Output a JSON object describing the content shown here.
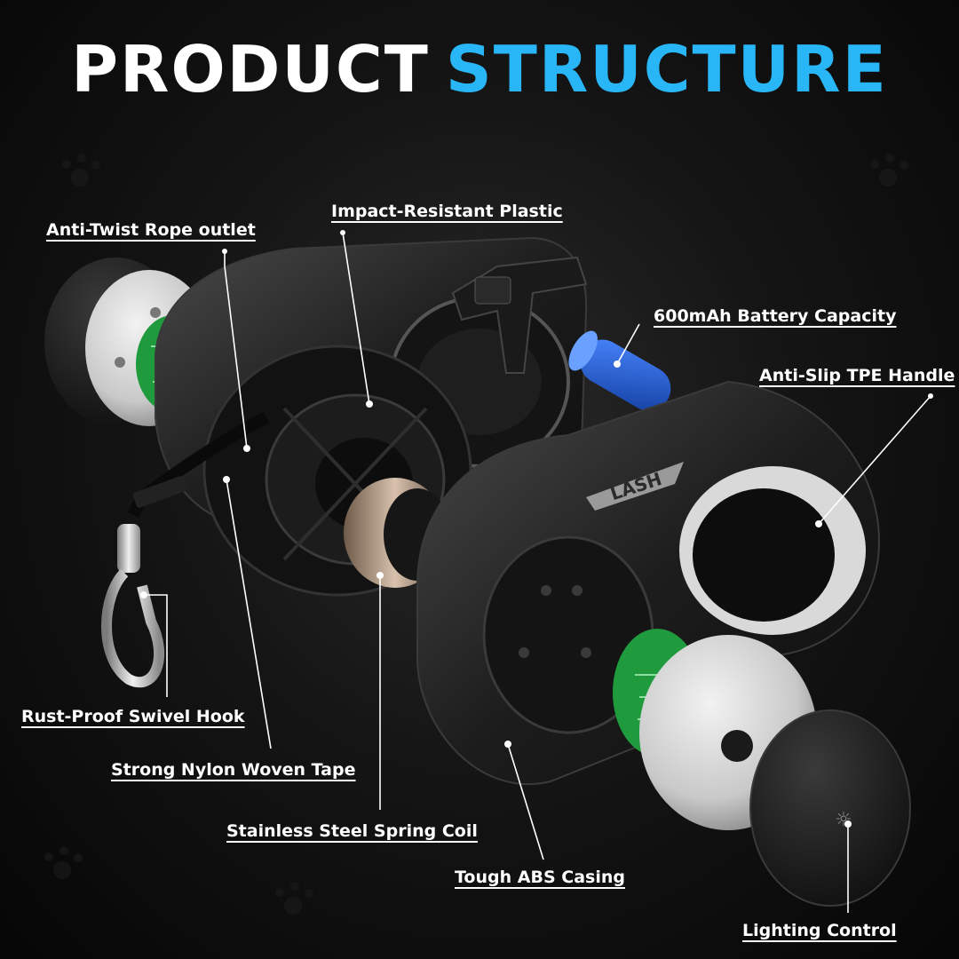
{
  "title": {
    "word1": "PRODUCT",
    "word2": "STRUCTURE"
  },
  "colors": {
    "accent": "#29b6f6",
    "text": "#ffffff",
    "background": "#0a0a0a",
    "battery": "#1e5bd1",
    "pcb": "#1f9a3c"
  },
  "brand_mark": "LASH",
  "labels": {
    "anti_twist": "Anti-Twist Rope outlet",
    "impact_plastic": "Impact-Resistant Plastic",
    "battery": "600mAh Battery Capacity",
    "handle": "Anti-Slip TPE Handle",
    "swivel_hook": "Rust-Proof Swivel Hook",
    "nylon_tape": "Strong Nylon Woven Tape",
    "spring_coil": "Stainless Steel Spring Coil",
    "abs_casing": "Tough ABS Casing",
    "lighting": "Lighting Control"
  }
}
